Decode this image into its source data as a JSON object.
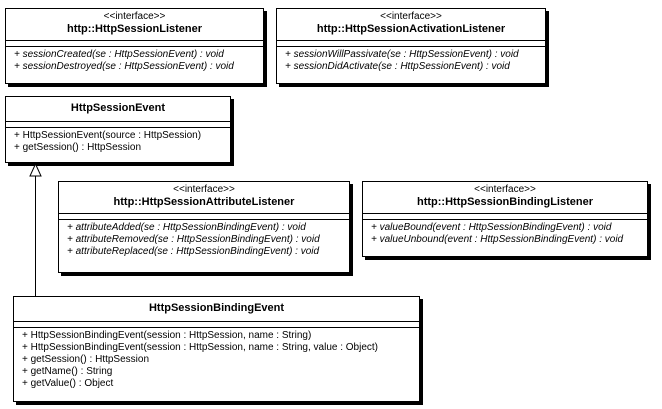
{
  "diagram": {
    "classes": {
      "session_listener": {
        "stereotype": "<<interface>>",
        "name": "http::HttpSessionListener",
        "operations": [
          "+ sessionCreated(se : HttpSessionEvent) : void",
          "+ sessionDestroyed(se : HttpSessionEvent) : void"
        ]
      },
      "activation_listener": {
        "stereotype": "<<interface>>",
        "name": "http::HttpSessionActivationListener",
        "operations": [
          "+ sessionWillPassivate(se : HttpSessionEvent) : void",
          "+ sessionDidActivate(se : HttpSessionEvent) : void"
        ]
      },
      "session_event": {
        "name": "HttpSessionEvent",
        "operations": [
          "+ HttpSessionEvent(source : HttpSession)",
          "+ getSession() : HttpSession"
        ]
      },
      "attribute_listener": {
        "stereotype": "<<interface>>",
        "name": "http::HttpSessionAttributeListener",
        "operations": [
          "+ attributeAdded(se : HttpSessionBindingEvent) : void",
          "+ attributeRemoved(se : HttpSessionBindingEvent) : void",
          "+ attributeReplaced(se : HttpSessionBindingEvent) : void"
        ]
      },
      "binding_listener": {
        "stereotype": "<<interface>>",
        "name": "http::HttpSessionBindingListener",
        "operations": [
          "+ valueBound(event : HttpSessionBindingEvent) : void",
          "+ valueUnbound(event : HttpSessionBindingEvent) : void"
        ]
      },
      "binding_event": {
        "name": "HttpSessionBindingEvent",
        "operations": [
          "+ HttpSessionBindingEvent(session : HttpSession, name : String)",
          "+ HttpSessionBindingEvent(session : HttpSession, name : String, value : Object)",
          "+ getSession() : HttpSession",
          "+ getName() : String",
          "+ getValue() : Object"
        ]
      }
    },
    "relationships": [
      {
        "type": "generalization",
        "from": "HttpSessionBindingEvent",
        "to": "HttpSessionEvent"
      }
    ]
  }
}
